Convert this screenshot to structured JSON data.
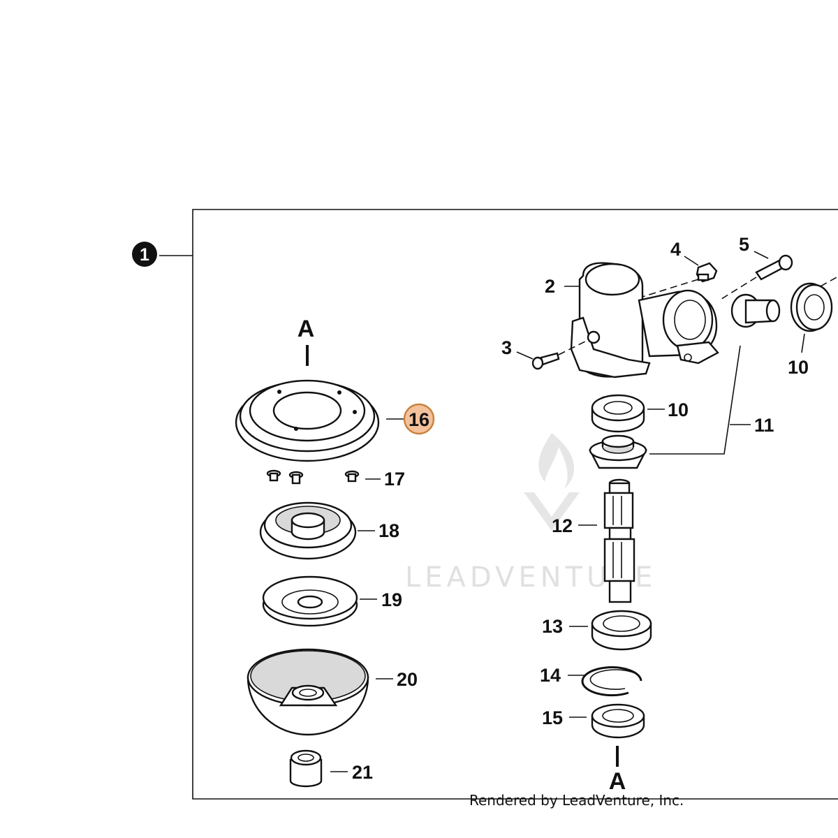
{
  "callouts": {
    "assembly": "1",
    "gear_case": "2",
    "screw_3": "3",
    "bolt_4": "4",
    "bolt_5": "5",
    "bearing_10_top": "10",
    "bearing_10_mid": "10",
    "gear_11": "11",
    "shaft_12": "12",
    "bearing_13": "13",
    "snap_ring_14": "14",
    "seal_15": "15",
    "plate_16": "16",
    "screw_17": "17",
    "holder_18": "18",
    "holder_19": "19",
    "cover_20": "20",
    "nut_21": "21"
  },
  "markers": {
    "a_top": "A",
    "a_bottom": "A"
  },
  "watermark": "LEADVENTURE",
  "footer": "Rendered by LeadVenture, Inc.",
  "colors": {
    "highlight_fill": "#f3c19b",
    "highlight_stroke": "#c8833e",
    "ink": "#111111",
    "watermark": "#e0e0e0"
  }
}
